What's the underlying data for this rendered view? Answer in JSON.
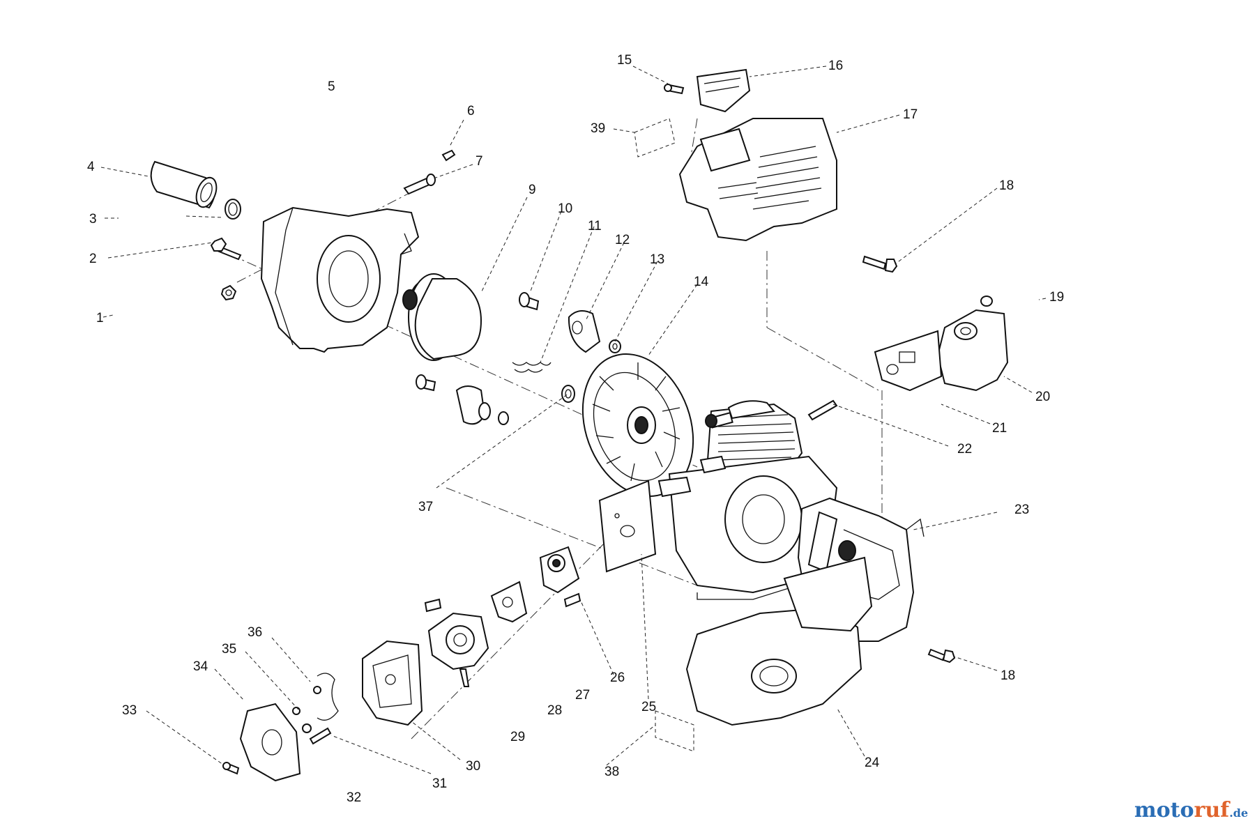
{
  "callouts": [
    {
      "n": "1"
    },
    {
      "n": "2"
    },
    {
      "n": "3"
    },
    {
      "n": "4"
    },
    {
      "n": "5"
    },
    {
      "n": "6"
    },
    {
      "n": "7"
    },
    {
      "n": "9"
    },
    {
      "n": "10"
    },
    {
      "n": "11"
    },
    {
      "n": "12"
    },
    {
      "n": "13"
    },
    {
      "n": "14"
    },
    {
      "n": "15"
    },
    {
      "n": "16"
    },
    {
      "n": "17"
    },
    {
      "n": "18"
    },
    {
      "n": "18"
    },
    {
      "n": "19"
    },
    {
      "n": "20"
    },
    {
      "n": "21"
    },
    {
      "n": "22"
    },
    {
      "n": "23"
    },
    {
      "n": "24"
    },
    {
      "n": "25"
    },
    {
      "n": "26"
    },
    {
      "n": "27"
    },
    {
      "n": "28"
    },
    {
      "n": "29"
    },
    {
      "n": "30"
    },
    {
      "n": "31"
    },
    {
      "n": "32"
    },
    {
      "n": "33"
    },
    {
      "n": "34"
    },
    {
      "n": "35"
    },
    {
      "n": "36"
    },
    {
      "n": "37"
    },
    {
      "n": "38"
    },
    {
      "n": "39"
    }
  ],
  "watermark": {
    "part1": "moto",
    "part2": "ruf",
    "part3": ".de"
  },
  "colors": {
    "watermark_blue": "#2a6db5",
    "watermark_orange": "#e0632b",
    "line": "#111111"
  }
}
